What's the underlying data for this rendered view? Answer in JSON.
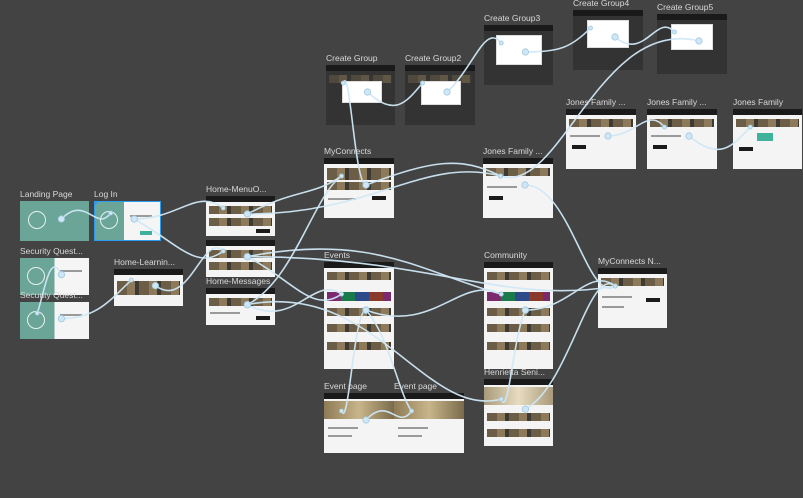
{
  "boards": [
    {
      "id": "landing",
      "label": "Landing Page",
      "style": "teal"
    },
    {
      "id": "login",
      "label": "Log In",
      "style": "teal-login",
      "selected": true
    },
    {
      "id": "security1",
      "label": "Security Quest...",
      "style": "teal"
    },
    {
      "id": "security2",
      "label": "Security Quest...",
      "style": "teal"
    },
    {
      "id": "home_learning",
      "label": "Home-Learnin...",
      "style": "white"
    },
    {
      "id": "home_menu",
      "label": "Home-MenuO...",
      "style": "white"
    },
    {
      "id": "home2",
      "label": "",
      "style": "white"
    },
    {
      "id": "home_messages",
      "label": "Home-Messages",
      "style": "white"
    },
    {
      "id": "myconnects",
      "label": "MyConnects",
      "style": "white"
    },
    {
      "id": "create_group",
      "label": "Create Group",
      "style": "dark-modal"
    },
    {
      "id": "create_group2",
      "label": "Create Group2",
      "style": "dark-modal"
    },
    {
      "id": "create_group3",
      "label": "Create Group3",
      "style": "dark-modal"
    },
    {
      "id": "create_group4",
      "label": "Create Group4",
      "style": "dark-modal"
    },
    {
      "id": "create_group5",
      "label": "Create Group5",
      "style": "dark-modal"
    },
    {
      "id": "jones_family_a",
      "label": "Jones Family ...",
      "style": "white"
    },
    {
      "id": "jones_family_b",
      "label": "Jones Family ...",
      "style": "white"
    },
    {
      "id": "jones_family_c",
      "label": "Jones Family",
      "style": "white"
    },
    {
      "id": "jones_family_d",
      "label": "Jones Family ...",
      "style": "white"
    },
    {
      "id": "events",
      "label": "Events",
      "style": "white-colors"
    },
    {
      "id": "event_page1",
      "label": "Event page",
      "style": "white-hero"
    },
    {
      "id": "event_page2",
      "label": "Event page",
      "style": "white-hero"
    },
    {
      "id": "community",
      "label": "Community",
      "style": "white-colors"
    },
    {
      "id": "henrietta",
      "label": "Henrietta Seni...",
      "style": "white-people"
    },
    {
      "id": "myconnects_n",
      "label": "MyConnects N...",
      "style": "white"
    }
  ],
  "connections": [
    [
      "landing",
      "login"
    ],
    [
      "login",
      "home_menu"
    ],
    [
      "login",
      "home2"
    ],
    [
      "security1",
      "security2"
    ],
    [
      "security2",
      "home_learning"
    ],
    [
      "home_learning",
      "home2"
    ],
    [
      "home_menu",
      "myconnects"
    ],
    [
      "home_menu",
      "jones_family_d"
    ],
    [
      "home2",
      "events"
    ],
    [
      "home2",
      "community"
    ],
    [
      "home2",
      "myconnects_n"
    ],
    [
      "home_messages",
      "events"
    ],
    [
      "home_messages",
      "henrietta"
    ],
    [
      "myconnects",
      "create_group"
    ],
    [
      "create_group",
      "create_group2"
    ],
    [
      "create_group2",
      "create_group3"
    ],
    [
      "create_group3",
      "create_group4"
    ],
    [
      "create_group4",
      "create_group5"
    ],
    [
      "create_group5",
      "jones_family_d"
    ],
    [
      "jones_family_a",
      "jones_family_b"
    ],
    [
      "jones_family_b",
      "jones_family_c"
    ],
    [
      "myconnects",
      "jones_family_d"
    ],
    [
      "events",
      "event_page1"
    ],
    [
      "events",
      "event_page2"
    ],
    [
      "event_page1",
      "event_page2"
    ],
    [
      "community",
      "myconnects_n"
    ],
    [
      "community",
      "henrietta"
    ],
    [
      "henrietta",
      "myconnects_n"
    ],
    [
      "jones_family_d",
      "myconnects_n"
    ],
    [
      "events",
      "community"
    ],
    [
      "home_messages",
      "myconnects"
    ]
  ]
}
